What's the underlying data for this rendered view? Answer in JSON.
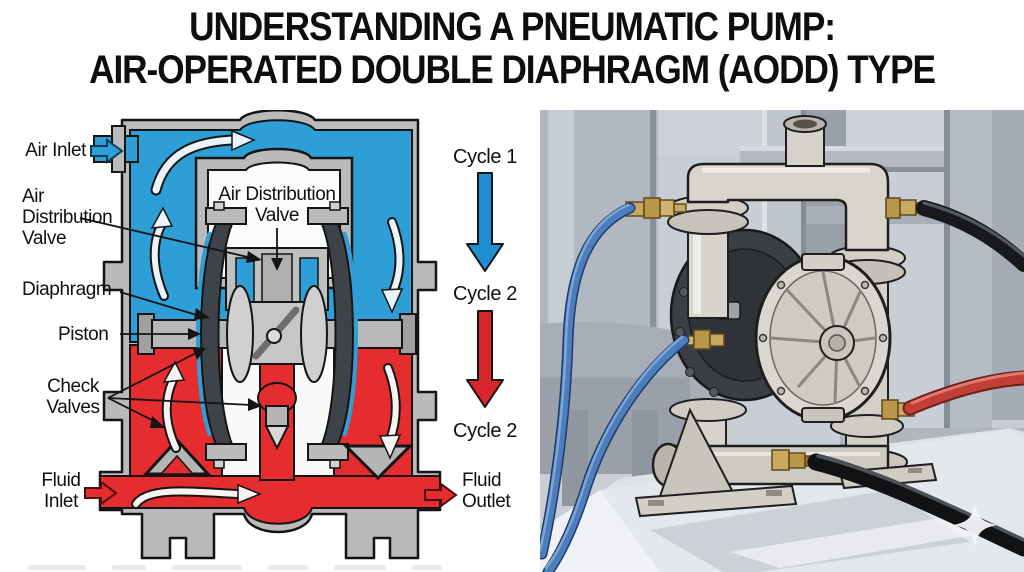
{
  "title": {
    "line1": "UNDERSTANDING A PNEUMATIC PUMP:",
    "line2": "AIR-OPERATED DOUBLE DIAPHRAGM (AODD) TYPE"
  },
  "cutaway": {
    "labels": {
      "air_inlet": "Air Inlet",
      "air_distribution_valve_side": "Air\nDistribution\nValve",
      "air_distribution_valve_center": "Air Distribution\nValve",
      "diaphragm": "Diaphragm",
      "piston": "Piston",
      "check_valves": "Check\nValves",
      "fluid_inlet": "Fluid\nInlet",
      "fluid_outlet": "Fluid\nOutlet"
    }
  },
  "cycle_indicator": {
    "cycle1": "Cycle 1",
    "cycle2_first": "Cycle 2",
    "cycle2_second": "Cycle 2"
  },
  "icons": {
    "air_inlet_arrow": "right-arrow",
    "fluid_inlet_arrow": "right-arrow",
    "fluid_outlet_arrow": "right-arrow",
    "cycle1_arrow": "down-arrow",
    "cycle2_arrow": "down-arrow",
    "sparkle": "four-point-star"
  },
  "colors": {
    "air_blue": "#2E9ED7",
    "fluid_red": "#E52C2F",
    "casing_gray": "#BABABA",
    "outline": "#141414",
    "cycle_blue": "#1E90D2",
    "cycle_red": "#D9262B",
    "pump_body_beige": "#D8D5CD",
    "dark_housing": "#3B3E42",
    "hose_blue": "#4C7EBE",
    "hose_red": "#C04038",
    "hose_black": "#17191C",
    "brass_fitting": "#C9A85F",
    "scene_background": "#C9CED6"
  }
}
